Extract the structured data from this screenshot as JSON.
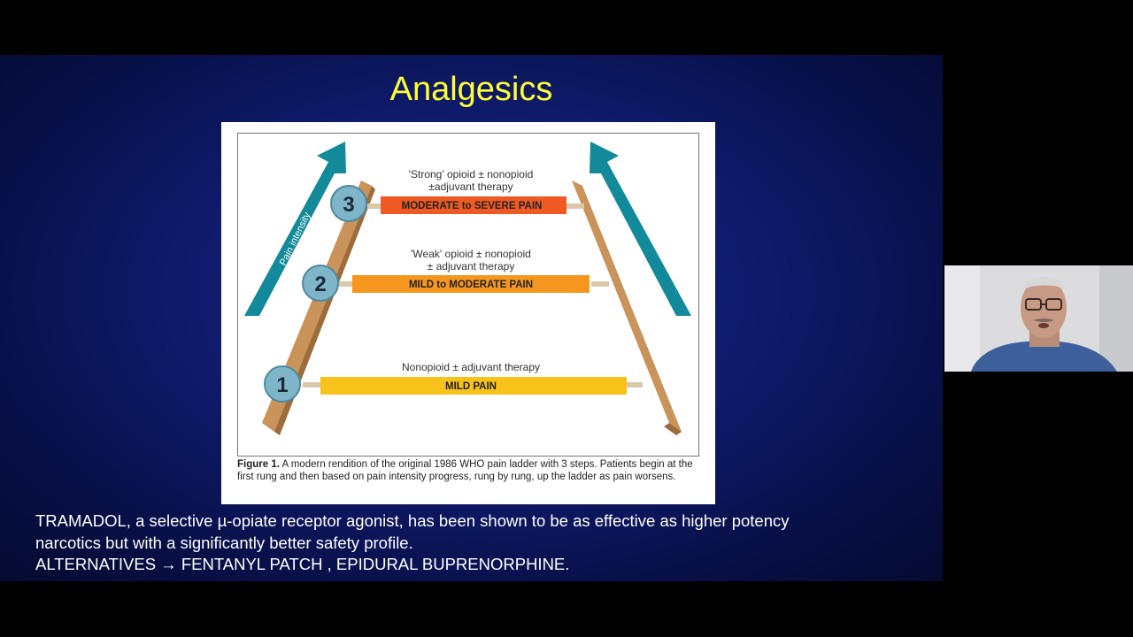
{
  "slide": {
    "title": "Analgesics",
    "figure": {
      "axis_label": "Pain intensity",
      "steps": [
        {
          "number": "1",
          "label": "MILD PAIN",
          "therapy_line1": "Nonopioid ± adjuvant therapy",
          "therapy_line2": "",
          "color": "#f7c21a"
        },
        {
          "number": "2",
          "label": "MILD to MODERATE PAIN",
          "therapy_line1": "'Weak' opioid ± nonopioid",
          "therapy_line2": "± adjuvant therapy",
          "color": "#f5971f"
        },
        {
          "number": "3",
          "label": "MODERATE to SEVERE PAIN",
          "therapy_line1": "'Strong' opioid ± nonopioid",
          "therapy_line2": "±adjuvant therapy",
          "color": "#ef5a24"
        }
      ],
      "caption_bold": "Figure 1.",
      "caption_text": " A modern rendition of the original 1986 WHO pain ladder with 3 steps. Patients begin at the first rung and then based on pain intensity progress, rung by rung, up the ladder as pain worsens.",
      "colors": {
        "arrow": "#138a9a",
        "rail": "#c9935a",
        "circle": "#7fb5c9"
      }
    },
    "notes": {
      "line1": "TRAMADOL, a selective µ-opiate receptor agonist, has been  shown to be as effective as higher potency",
      "line2": "narcotics but with a significantly better safety profile.",
      "line3": "ALTERNATIVES → FENTANYL PATCH , EPIDURAL BUPRENORPHINE."
    }
  },
  "webcam": {
    "description": "presenter-video"
  }
}
